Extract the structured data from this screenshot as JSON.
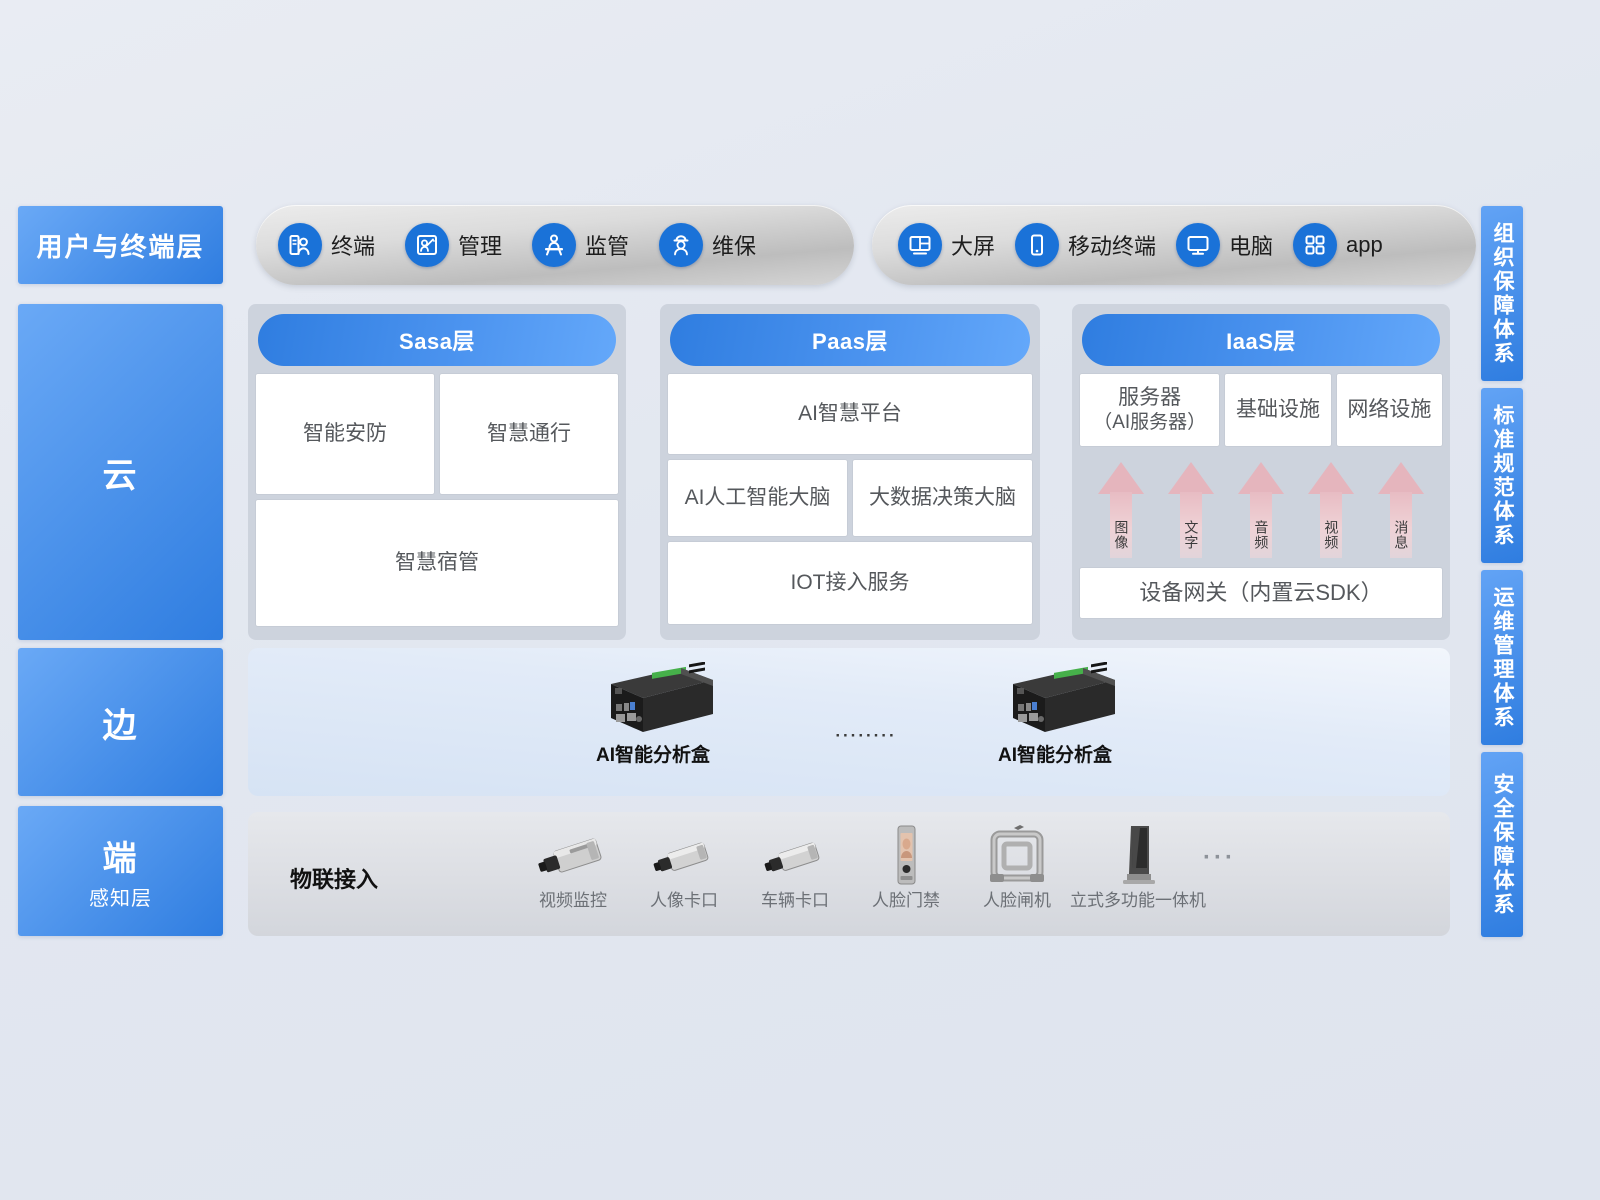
{
  "left_layers": [
    {
      "name": "用户与终端层"
    },
    {
      "name": "云"
    },
    {
      "name": "边"
    },
    {
      "name": "端",
      "sub": "感知层"
    }
  ],
  "right_systems": [
    "组织保障体系",
    "标准规范体系",
    "运维管理体系",
    "安全保障体系"
  ],
  "terminal_bar": {
    "group_a": [
      {
        "label": "终端",
        "icon": "terminal-card-icon"
      },
      {
        "label": "管理",
        "icon": "management-board-icon"
      },
      {
        "label": "监管",
        "icon": "supervision-person-icon"
      },
      {
        "label": "维保",
        "icon": "maintenance-worker-icon"
      }
    ],
    "group_b": [
      {
        "label": "大屏",
        "icon": "big-screen-icon"
      },
      {
        "label": "移动终端",
        "icon": "mobile-phone-icon"
      },
      {
        "label": "电脑",
        "icon": "desktop-monitor-icon"
      },
      {
        "label": "app",
        "icon": "app-grid-icon"
      }
    ]
  },
  "cloud": {
    "saas": {
      "title": "Sasa层",
      "row1": [
        "智能安防",
        "智慧通行"
      ],
      "row2": [
        "智慧宿管"
      ]
    },
    "paas": {
      "title": "Paas层",
      "row1": [
        "AI智慧平台"
      ],
      "row2": [
        "AI人工智能大脑",
        "大数据决策大脑"
      ],
      "row3": [
        "IOT接入服务"
      ]
    },
    "iaas": {
      "title": "IaaS层",
      "row1": [
        {
          "main": "服务器",
          "sub": "（AI服务器）"
        },
        {
          "main": "基础设施",
          "sub": ""
        },
        {
          "main": "网络设施",
          "sub": ""
        }
      ],
      "arrows": [
        "图像",
        "文字",
        "音频",
        "视频",
        "消息"
      ],
      "gateway": "设备网关（内置云SDK）"
    }
  },
  "edge": {
    "items": [
      {
        "label": "AI智能分析盒"
      },
      {
        "label": "AI智能分析盒"
      }
    ],
    "separator": "········"
  },
  "terminal": {
    "title": "物联接入",
    "devices": [
      {
        "label": "视频监控",
        "icon": "camera-icon"
      },
      {
        "label": "人像卡口",
        "icon": "camera-icon"
      },
      {
        "label": "车辆卡口",
        "icon": "camera-icon"
      },
      {
        "label": "人脸门禁",
        "icon": "face-access-terminal-icon"
      },
      {
        "label": "人脸闸机",
        "icon": "face-gate-icon"
      },
      {
        "label": "立式多功能一体机",
        "icon": "kiosk-icon"
      }
    ],
    "ellipsis": "···"
  },
  "colors": {
    "accent_blue": "#2f7de0",
    "panel_gray": "#cdd3dd",
    "arrow_pink": "#e5b5bd",
    "background": "#e3e7ef"
  }
}
